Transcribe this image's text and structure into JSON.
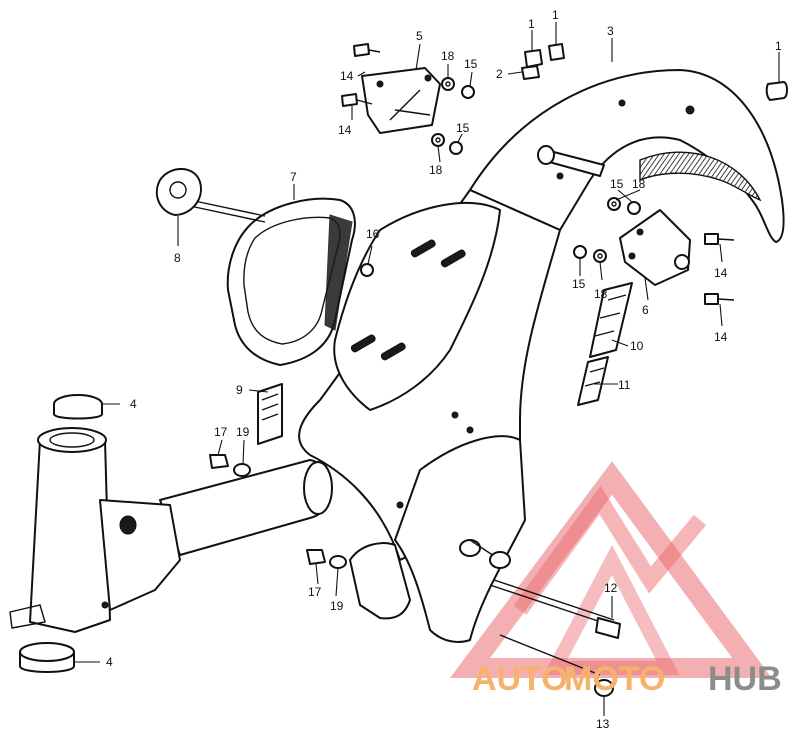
{
  "diagram": {
    "callouts": [
      {
        "id": "c1a",
        "text": "1"
      },
      {
        "id": "c1b",
        "text": "1"
      },
      {
        "id": "c1c",
        "text": "1"
      },
      {
        "id": "c2",
        "text": "2"
      },
      {
        "id": "c3",
        "text": "3"
      },
      {
        "id": "c4a",
        "text": "4"
      },
      {
        "id": "c4b",
        "text": "4"
      },
      {
        "id": "c5",
        "text": "5"
      },
      {
        "id": "c6",
        "text": "6"
      },
      {
        "id": "c7",
        "text": "7"
      },
      {
        "id": "c8",
        "text": "8"
      },
      {
        "id": "c9",
        "text": "9"
      },
      {
        "id": "c10",
        "text": "10"
      },
      {
        "id": "c11",
        "text": "11"
      },
      {
        "id": "c12",
        "text": "12"
      },
      {
        "id": "c13",
        "text": "13"
      },
      {
        "id": "c14a",
        "text": "14"
      },
      {
        "id": "c14b",
        "text": "14"
      },
      {
        "id": "c14c",
        "text": "14"
      },
      {
        "id": "c14d",
        "text": "14"
      },
      {
        "id": "c15a",
        "text": "15"
      },
      {
        "id": "c15b",
        "text": "15"
      },
      {
        "id": "c15c",
        "text": "15"
      },
      {
        "id": "c15d",
        "text": "15"
      },
      {
        "id": "c16",
        "text": "16"
      },
      {
        "id": "c17a",
        "text": "17"
      },
      {
        "id": "c17b",
        "text": "17"
      },
      {
        "id": "c18a",
        "text": "18"
      },
      {
        "id": "c18b",
        "text": "18"
      },
      {
        "id": "c18c",
        "text": "18"
      },
      {
        "id": "c18d",
        "text": "18"
      },
      {
        "id": "c19a",
        "text": "19"
      },
      {
        "id": "c19b",
        "text": "19"
      }
    ]
  },
  "watermark": {
    "brand_part1": "AUTO",
    "brand_part2": "MOTO",
    "brand_part3": "HUB",
    "color_red": "#e8545a",
    "color_orange": "#f5b26b",
    "color_grey": "#8c8c8c"
  }
}
